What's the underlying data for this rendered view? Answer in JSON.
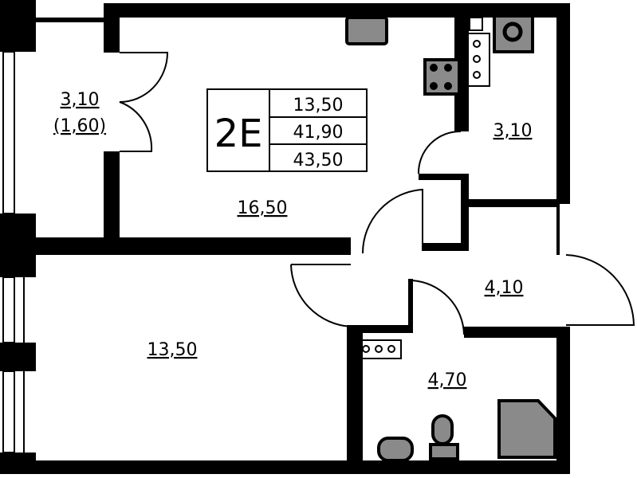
{
  "plan": {
    "apartment_code": "2E",
    "summary": [
      "13,50",
      "41,90",
      "43,50"
    ],
    "rooms": {
      "balcony": {
        "area": "3,10",
        "reduced_area": "(1,60)"
      },
      "kitchen_living": {
        "area": "16,50"
      },
      "bedroom": {
        "area": "13,50"
      },
      "storage": {
        "area": "3,10"
      },
      "hallway": {
        "area": "4,10"
      },
      "bathroom": {
        "area": "4,70"
      }
    }
  },
  "colors": {
    "wall": "#000000",
    "fixture": "#8a8a8a",
    "background": "#ffffff"
  }
}
